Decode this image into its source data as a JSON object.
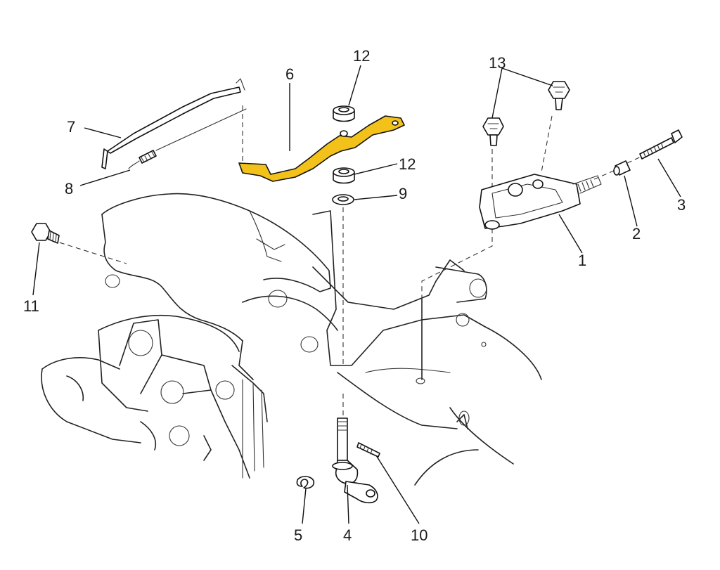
{
  "diagram": {
    "callouts": [
      "1",
      "2",
      "3",
      "4",
      "5",
      "6",
      "7",
      "8",
      "9",
      "10",
      "11",
      "12",
      "12",
      "13"
    ],
    "highlight_color": "#f2c21b",
    "line_color": "#1a1a1a"
  }
}
